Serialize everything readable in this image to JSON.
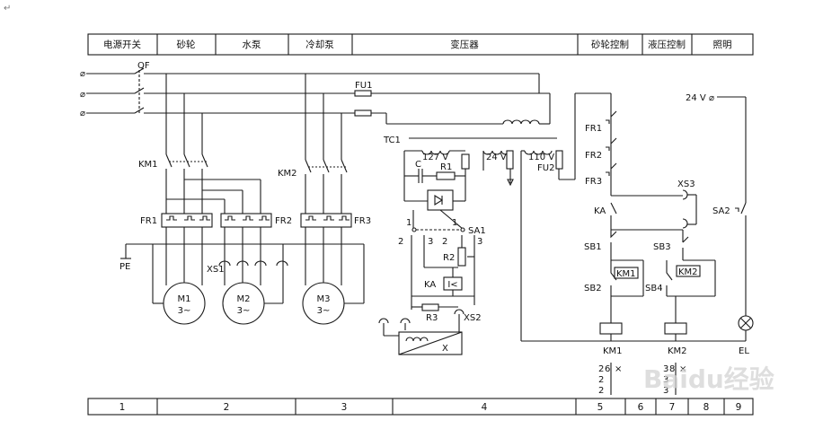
{
  "paragraph_mark": "↵",
  "header_cells": [
    "电源开关",
    "砂轮",
    "水泵",
    "冷却泵",
    "变压器",
    "砂轮控制",
    "液压控制",
    "照明"
  ],
  "footer_cells": [
    "1",
    "2",
    "3",
    "4",
    "5",
    "6",
    "7",
    "8",
    "9"
  ],
  "labels": {
    "qf": "QF",
    "km1": "KM1",
    "km2": "KM2",
    "fr1": "FR1",
    "fr2": "FR2",
    "fr3": "FR3",
    "pe": "PE",
    "xs1": "XS1",
    "m1": "M1",
    "m2": "M2",
    "m3": "M3",
    "three_phase": "3~",
    "fu1": "FU1",
    "fu2": "FU2",
    "tc1": "TC1",
    "v127": "127 V",
    "v24": "24 V",
    "v110": "110 V",
    "c": "C",
    "r1": "R1",
    "r2": "R2",
    "r3": "R3",
    "sa1": "SA1",
    "ka": "KA",
    "ka_relay": "I<",
    "xs2": "XS2",
    "x": "X",
    "t1": "1",
    "t2": "2",
    "t3": "3",
    "fr1c": "FR1",
    "fr2c": "FR2",
    "fr3c": "FR3",
    "kac": "KA",
    "sb1": "SB1",
    "sb2": "SB2",
    "sb3": "SB3",
    "sb4": "SB4",
    "km1c": "KM1",
    "km2c": "KM2",
    "xs3": "XS3",
    "km1coil": "KM1",
    "km2coil": "KM2",
    "v24top": "24 V",
    "sa2": "SA2",
    "el": "EL",
    "xref1a": "2",
    "xref1b": "6",
    "xref1c": "×",
    "xref2a": "2",
    "xref3a": "2",
    "xref4a": "3",
    "xref4b": "8",
    "xref4c": "×",
    "xref5a": "3",
    "xref6a": "3"
  },
  "watermark": "Baidu经验"
}
